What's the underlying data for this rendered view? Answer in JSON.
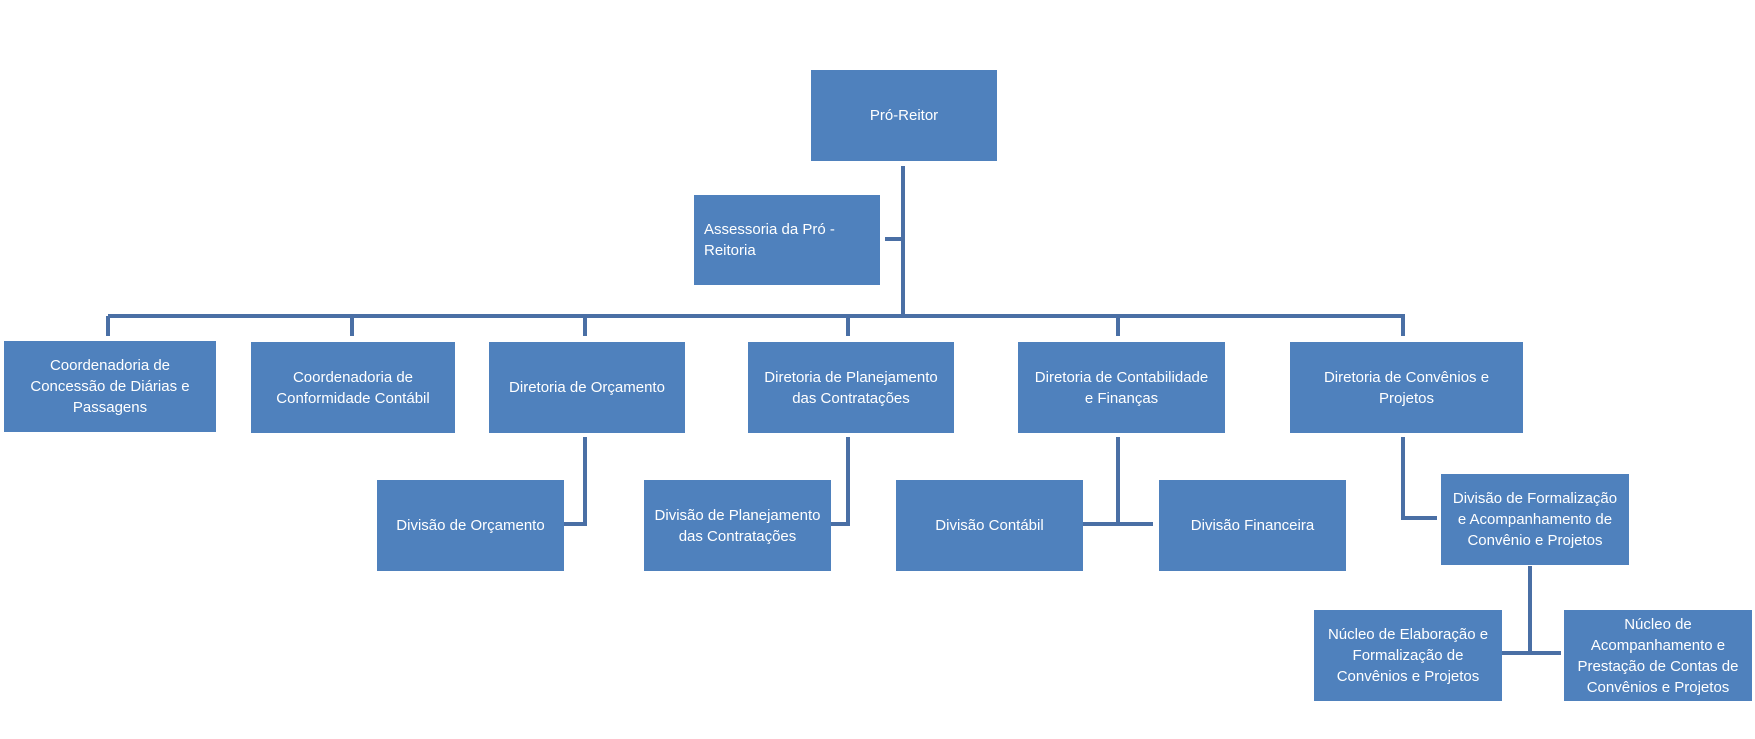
{
  "colors": {
    "box_fill": "#4f81bd",
    "box_text": "#ffffff",
    "connector": "#4a6fa5"
  },
  "org_chart": {
    "pro_reitor": "Pró-Reitor",
    "assessoria": "Assessoria da Pró -\nReitoria",
    "coord_diarias": "Coordenadoria de\nConcessão de Diárias e\nPassagens",
    "coord_conformidade": "Coordenadoria de\nConformidade Contábil",
    "dir_orcamento": "Diretoria de Orçamento",
    "dir_planejamento": "Diretoria de Planejamento\ndas Contratações",
    "dir_contabilidade": "Diretoria de Contabilidade\ne Finanças",
    "dir_convenios": "Diretoria de Convênios e\nProjetos",
    "div_orcamento": "Divisão de Orçamento",
    "div_planejamento": "Divisão de Planejamento\ndas Contratações",
    "div_contabil": "Divisão Contábil",
    "div_financeira": "Divisão Financeira",
    "div_formalizacao": "Divisão de Formalização\ne Acompanhamento de\nConvênio e Projetos",
    "nucleo_elaboracao": "Núcleo de Elaboração e\nFormalização de\nConvênios e Projetos",
    "nucleo_acompanhamento": "Núcleo de\nAcompanhamento e\nPrestação de Contas de\nConvênios e Projetos"
  }
}
